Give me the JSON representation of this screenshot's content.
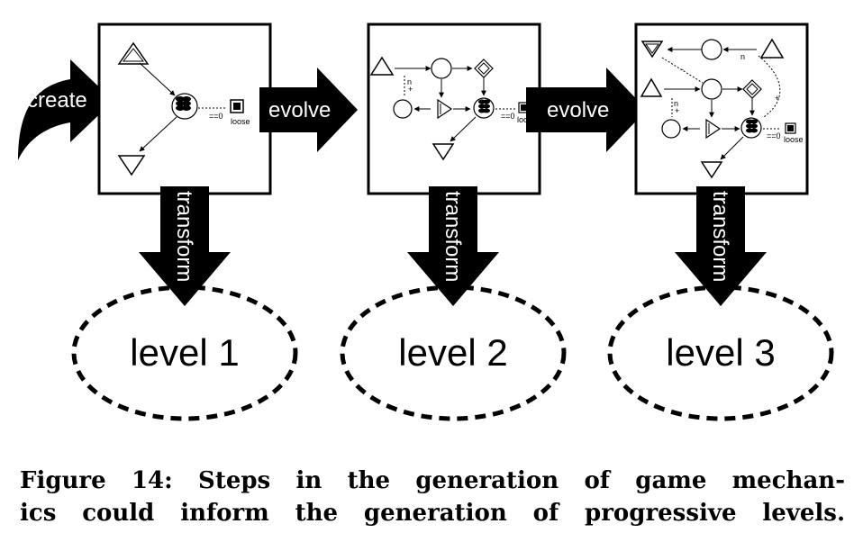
{
  "arrows": {
    "create": "create",
    "evolve_1": "evolve",
    "evolve_2": "evolve",
    "transform_1": "transform",
    "transform_2": "transform",
    "transform_3": "transform"
  },
  "levels": [
    "level 1",
    "level 2",
    "level 3"
  ],
  "mechanics": {
    "loose_1": "loose",
    "loose_2": "loose",
    "loose_3": "loose",
    "eq0_1": "==0",
    "eq0_2": "==0",
    "eq0_3": "==0",
    "n_label": "n",
    "plus": "+",
    "minus": "-"
  },
  "caption": {
    "line1": "Figure 14: Steps in the generation of game mechan-",
    "line2": "ics could inform the generation of progressive levels."
  }
}
